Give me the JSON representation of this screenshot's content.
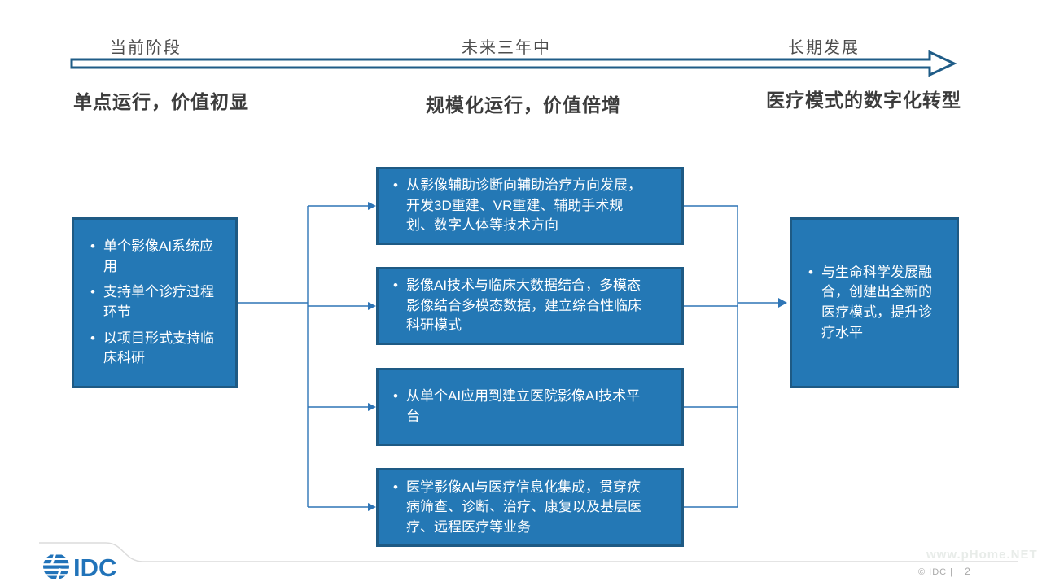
{
  "slide": {
    "timeline": {
      "stages": [
        {
          "label": "当前阶段",
          "subtitle": "单点运行，价值初显"
        },
        {
          "label": "未来三年中",
          "subtitle": "规模化运行，价值倍增"
        },
        {
          "label": "长期发展",
          "subtitle": "医疗模式的数字化转型"
        }
      ]
    },
    "current_box": {
      "bullets": [
        "单个影像AI系统应用",
        "支持单个诊疗过程环节",
        "以项目形式支持临床科研"
      ]
    },
    "mid_boxes": [
      {
        "text": "从影像辅助诊断向辅助治疗方向发展，开发3D重建、VR重建、辅助手术规划、数字人体等技术方向"
      },
      {
        "text": "影像AI技术与临床大数据结合，多模态影像结合多模态数据，建立综合性临床科研模式"
      },
      {
        "text": "从单个AI应用到建立医院影像AI技术平台"
      },
      {
        "text": "医学影像AI与医疗信息化集成，贯穿疾病筛查、诊断、治疗、康复以及基层医疗、远程医疗等业务"
      }
    ],
    "future_box": {
      "bullets": [
        "与生命科学发展融合，创建出全新的医疗模式，提升诊疗水平"
      ]
    }
  },
  "footer": {
    "logo": "IDC",
    "copyright": "© IDC",
    "divider": "|",
    "page_number": "2",
    "watermark": "www.pHome.NET"
  },
  "colors": {
    "box_fill": "#2478B5",
    "box_border": "#1E5A84",
    "arrow_stroke": "#1F5C87",
    "connector": "#2E75B6",
    "logo_blue": "#2173B9",
    "heading_text": "#4D4D4D",
    "subtitle_text": "#3C3C3C",
    "footer_text": "#A9A9A9",
    "watermark_text": "#E8ECE9",
    "swoosh": "#DCDCDC"
  }
}
